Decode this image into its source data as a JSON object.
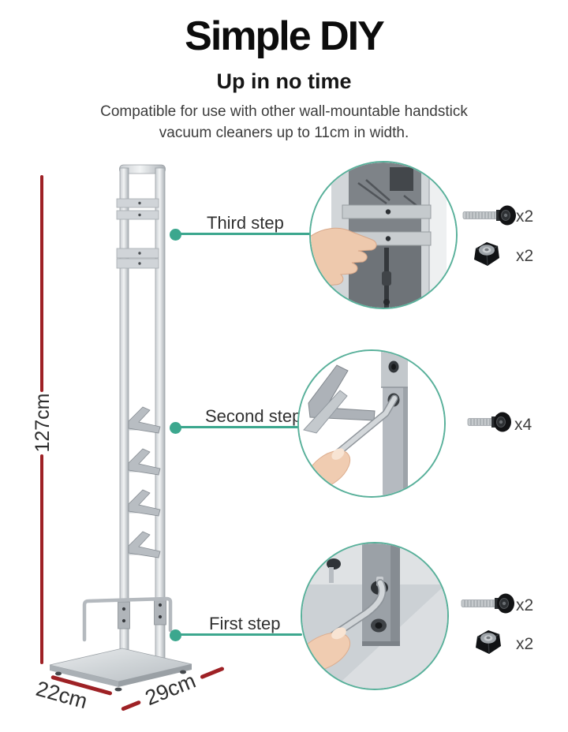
{
  "header": {
    "title": "Simple DIY",
    "subtitle": "Up in no time",
    "description": "Compatible for use with other wall-mountable handstick vacuum cleaners up to 11cm in width."
  },
  "product": {
    "illustration": "vacuum-stand-line-art",
    "height_label": "127cm",
    "base_depth_label": "22cm",
    "base_width_label": "29cm"
  },
  "steps": [
    {
      "label": "Third step",
      "callout": "photo-attaching-top-brackets",
      "hardware": [
        {
          "icon": "screw-icon",
          "qty": "x2"
        },
        {
          "icon": "hex-nut-icon",
          "qty": "x2"
        }
      ]
    },
    {
      "label": "Second step",
      "callout": "photo-hex-key-tightening-hook-rail",
      "hardware": [
        {
          "icon": "screw-icon",
          "qty": "x4"
        }
      ]
    },
    {
      "label": "First step",
      "callout": "photo-hex-key-fastening-base",
      "hardware": [
        {
          "icon": "screw-icon",
          "qty": "x2"
        },
        {
          "icon": "hex-nut-icon",
          "qty": "x2"
        }
      ]
    }
  ],
  "colors": {
    "accent": "#3CA78E",
    "circle-border": "#58B09A",
    "dimension-red": "#9E2125"
  }
}
